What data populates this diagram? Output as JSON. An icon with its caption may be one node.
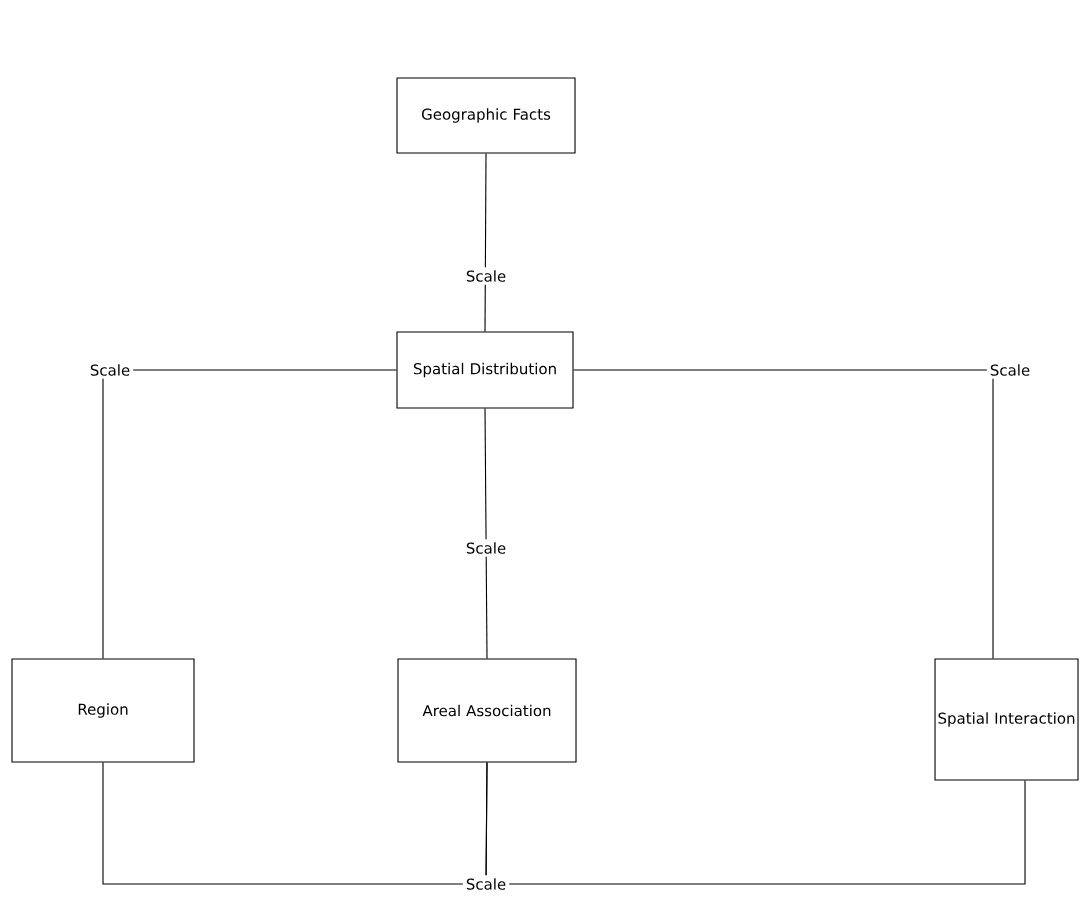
{
  "diagram": {
    "nodes": [
      {
        "text": [
          "Geographic Facts"
        ]
      },
      {
        "text": [
          "Spatial Distribution"
        ]
      },
      {
        "text": [
          "Region"
        ]
      },
      {
        "text": [
          "Areal Association"
        ]
      },
      {
        "text": [
          "Spatial Interaction"
        ]
      }
    ],
    "edges": [
      {
        "from": 0,
        "to": 1,
        "arrow": "none",
        "label": "Scale"
      },
      {
        "from": 1,
        "to": 2,
        "arrow": "none",
        "label": "Scale"
      },
      {
        "from": 1,
        "to": 4,
        "arrow": "none",
        "label": "Scale"
      },
      {
        "from": 1,
        "to": 3,
        "arrow": "none",
        "label": "Scale"
      },
      {
        "from": 2,
        "to": 3,
        "arrow": "none",
        "label": "Scale"
      },
      {
        "from": 3,
        "to": 4,
        "arrow": "none"
      }
    ]
  }
}
